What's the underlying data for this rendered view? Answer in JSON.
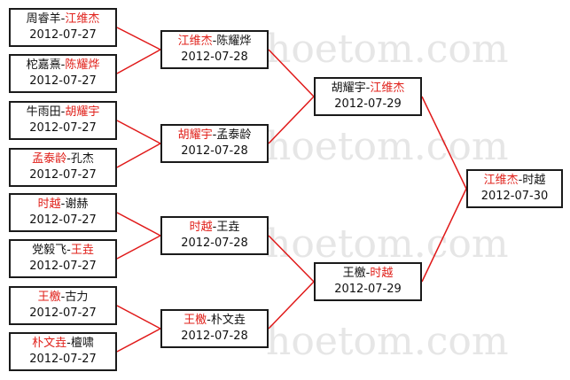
{
  "watermark": {
    "site": "hoetom.com"
  },
  "colors": {
    "winner": "#e0201a",
    "line": "#e01818",
    "text": "#111111",
    "box_border": "#1a1a1a"
  },
  "matches": {
    "r1_1": {
      "p1": "周睿羊",
      "p2": "江维杰",
      "date": "2012-07-27"
    },
    "r1_2": {
      "p1": "柁嘉熹",
      "p2": "陈耀烨",
      "date": "2012-07-27"
    },
    "r1_3": {
      "p1": "牛雨田",
      "p2": "胡耀宇",
      "date": "2012-07-27"
    },
    "r1_4": {
      "p1": "孟泰龄",
      "p2": "孔杰",
      "date": "2012-07-27"
    },
    "r1_5": {
      "p1": "时越",
      "p2": "谢赫",
      "date": "2012-07-27"
    },
    "r1_6": {
      "p1": "党毅飞",
      "p2": "王垚",
      "date": "2012-07-27"
    },
    "r1_7": {
      "p1": "王檄",
      "p2": "古力",
      "date": "2012-07-27"
    },
    "r1_8": {
      "p1": "朴文垚",
      "p2": "檀啸",
      "date": "2012-07-27"
    },
    "r2_1": {
      "p1": "江维杰",
      "p2": "陈耀烨",
      "date": "2012-07-28"
    },
    "r2_2": {
      "p1": "胡耀宇",
      "p2": "孟泰龄",
      "date": "2012-07-28"
    },
    "r2_3": {
      "p1": "时越",
      "p2": "王垚",
      "date": "2012-07-28"
    },
    "r2_4": {
      "p1": "王檄",
      "p2": "朴文垚",
      "date": "2012-07-28"
    },
    "r3_1": {
      "p1": "胡耀宇",
      "p2": "江维杰",
      "date": "2012-07-29"
    },
    "r3_2": {
      "p1": "王檄",
      "p2": "时越",
      "date": "2012-07-29"
    },
    "final": {
      "p1": "江维杰",
      "p2": "时越",
      "date": "2012-07-30"
    }
  }
}
